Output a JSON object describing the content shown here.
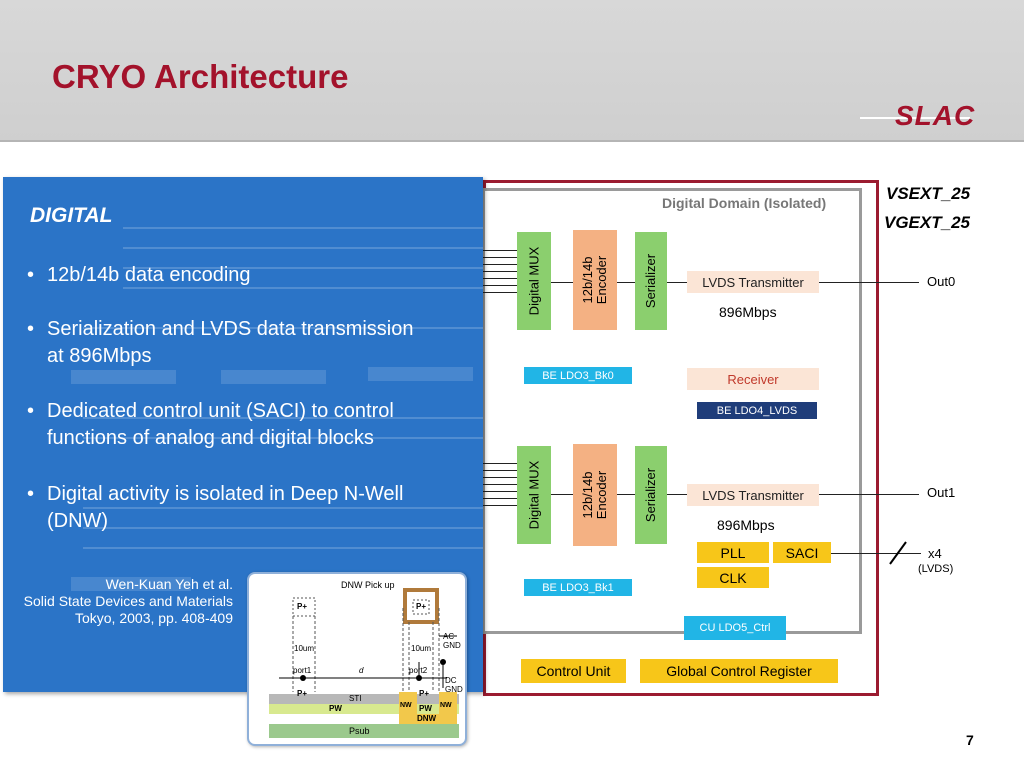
{
  "slide": {
    "title": "CRYO Architecture",
    "logo": "SLAC",
    "page_number": "7"
  },
  "left_panel": {
    "heading": "DIGITAL",
    "bullets": [
      [
        "12b/14b data encoding"
      ],
      [
        "Serialization and LVDS data transmission",
        "at 896Mbps"
      ],
      [
        "Dedicated control unit (SACI) to control",
        "functions of analog and digital blocks"
      ],
      [
        "Digital activity is isolated in Deep N-Well",
        "(DNW)"
      ]
    ],
    "bullet_char": "•",
    "citation": {
      "line1": "Wen-Kuan Yeh et al.",
      "line2": "Solid State Devices and Materials",
      "line3": "Tokyo, 2003, pp. 408-409"
    }
  },
  "inset": {
    "dnw_pickup": "DNW Pick up",
    "p_plus_left": "P+",
    "p_plus_right": "P+",
    "dim_left": "10um",
    "dim_right": "10um",
    "ac_gnd": "AC GND",
    "port1": "port1",
    "d": "d",
    "port2": "port2",
    "dc_gnd": "DC GND",
    "p_plus_bottom_left": "P+",
    "sti": "STI",
    "p_plus_bottom_right": "P+",
    "nw_left": "NW",
    "pw_left": "PW",
    "pw_right": "PW",
    "nw_right": "NW",
    "dnw": "DNW",
    "psub": "Psub"
  },
  "diagram": {
    "vsext": "VSEXT_25",
    "vgext": "VGEXT_25",
    "domain_label": "Digital Domain (Isolated)",
    "lane0": {
      "mux": "Digital MUX",
      "encoder_line1": "12b/14b",
      "encoder_line2": "Encoder",
      "serializer": "Serializer",
      "transmitter": "LVDS Transmitter",
      "rate": "896Mbps",
      "output": "Out0"
    },
    "lane1": {
      "mux": "Digital MUX",
      "encoder_line1": "12b/14b",
      "encoder_line2": "Encoder",
      "serializer": "Serializer",
      "transmitter": "LVDS Transmitter",
      "rate": "896Mbps",
      "output": "Out1"
    },
    "be_ldo3_bk0": "BE LDO3_Bk0",
    "receiver": "Receiver",
    "be_ldo4_lvds": "BE LDO4_LVDS",
    "pll": "PLL",
    "saci": "SACI",
    "clk": "CLK",
    "be_ldo3_bk1": "BE LDO3_Bk1",
    "cu_ldo5_ctrl": "CU LDO5_Ctrl",
    "control_unit": "Control Unit",
    "global_register": "Global Control Register",
    "bus_width": "x4",
    "bus_type": "(LVDS)"
  }
}
